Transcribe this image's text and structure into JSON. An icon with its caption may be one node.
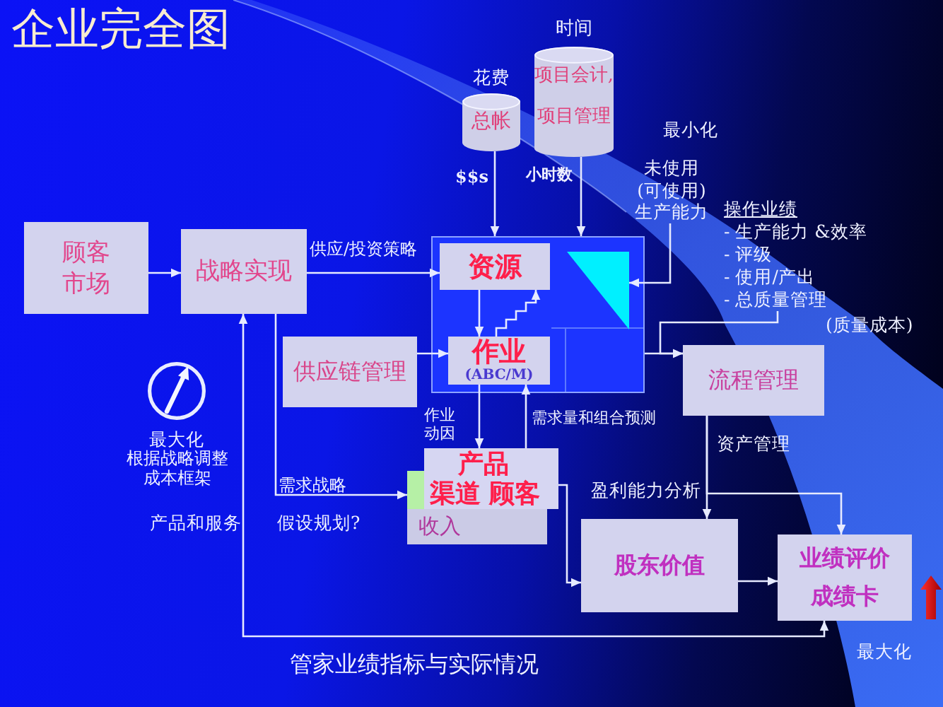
{
  "diagram": {
    "title": "企业完全图",
    "nodes": [
      {
        "text": [
          "花费",
          "总帐"
        ]
      },
      {
        "text": [
          "时间",
          "项目会计,",
          "项目管理"
        ]
      },
      {
        "text": [
          "未使用",
          "(可使用)",
          "生产能力"
        ]
      },
      {
        "text": [
          "操作业绩",
          "- 生产能力 &效率",
          "- 评级",
          "- 使用/产出",
          "- 总质量管理"
        ]
      },
      {
        "text": [
          "顾客市场"
        ]
      },
      {
        "text": [
          "战略实现"
        ]
      },
      {
        "text": [],
        "shape": "box"
      },
      {
        "text": [
          "资源"
        ],
        "in": 6
      },
      {
        "text": [],
        "shape": "triangle",
        "in": 6
      },
      {
        "text": [
          "作业",
          "(ABC/M)"
        ],
        "in": 6
      },
      {
        "text": [
          "供应链管理"
        ]
      },
      {
        "text": [
          "流程管理"
        ]
      },
      {
        "text": [
          "产品",
          "渠道",
          "顾客",
          "收入"
        ]
      },
      {
        "text": [
          "股东价值"
        ]
      },
      {
        "text": [
          "业绩评价",
          "成绩卡"
        ]
      }
    ],
    "edges": [
      {
        "from": 0,
        "to": 6,
        "arrow": "to",
        "label": "$$s"
      },
      {
        "from": 1,
        "to": 6,
        "arrow": "to",
        "label": "小时数"
      },
      {
        "from": 2,
        "to": 8,
        "arrow": "to"
      },
      {
        "from": 4,
        "to": 5,
        "arrow": "to"
      },
      {
        "from": 5,
        "to": 7,
        "arrow": "to",
        "label": "供应/投资策略"
      },
      {
        "from": 7,
        "to": 9,
        "arrow": "to"
      },
      {
        "from": 9,
        "to": 7,
        "arrow": "to"
      },
      {
        "from": 10,
        "to": 9,
        "arrow": "to"
      },
      {
        "from": 9,
        "to": 12,
        "arrow": "to",
        "label": "作业动因"
      },
      {
        "from": 12,
        "to": 9,
        "arrow": "to",
        "label": "需求量和组合预测"
      },
      {
        "from": 5,
        "to": 12,
        "arrow": "to",
        "label": "需求战略"
      },
      {
        "from": 6,
        "to": 11,
        "arrow": "to"
      },
      {
        "from": 3,
        "to": 11,
        "arrow": "to"
      },
      {
        "from": 12,
        "to": 13,
        "arrow": "to"
      },
      {
        "from": 11,
        "to": 13,
        "arrow": "to",
        "label": "资产管理"
      },
      {
        "from": 11,
        "to": 14,
        "arrow": "to",
        "label": "盈利能力分析"
      },
      {
        "from": 13,
        "to": 14,
        "arrow": "to"
      },
      {
        "from": 5,
        "to": 14,
        "arrow": "both",
        "label": "管家业绩指标与实际情况"
      }
    ],
    "labels": [
      "最小化",
      "(质量成本)",
      "最大化",
      "根据战略调整成本框架",
      "产品和服务",
      "假设规划?",
      "最大化"
    ]
  }
}
